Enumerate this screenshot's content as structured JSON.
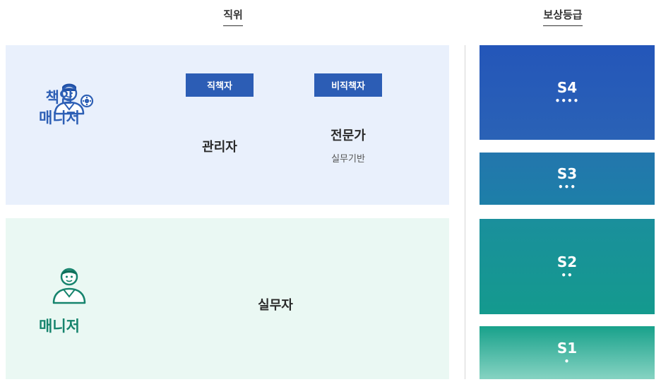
{
  "headers": {
    "position": "직위",
    "grade": "보상등급"
  },
  "responsible_manager": {
    "title_line1": "책임",
    "title_line2": "매니저",
    "badge_position_holder": "직책자",
    "badge_non_position_holder": "비직책자",
    "admin_label": "관리자",
    "expert_label": "전문가",
    "expert_sub": "실무기반"
  },
  "manager": {
    "title": "매니저",
    "practitioner_label": "실무자"
  },
  "grades": [
    {
      "name": "S4",
      "dots": "••••"
    },
    {
      "name": "S3",
      "dots": "•••"
    },
    {
      "name": "S2",
      "dots": "••"
    },
    {
      "name": "S1",
      "dots": "•"
    }
  ],
  "colors": {
    "blue_accent": "#2d5fb5",
    "green_accent": "#16846d",
    "top_panel_bg": "#e9f0fc",
    "bottom_panel_bg": "#eaf8f3"
  },
  "icons": {
    "responsible_manager": "person-gear-icon",
    "manager": "person-icon"
  }
}
